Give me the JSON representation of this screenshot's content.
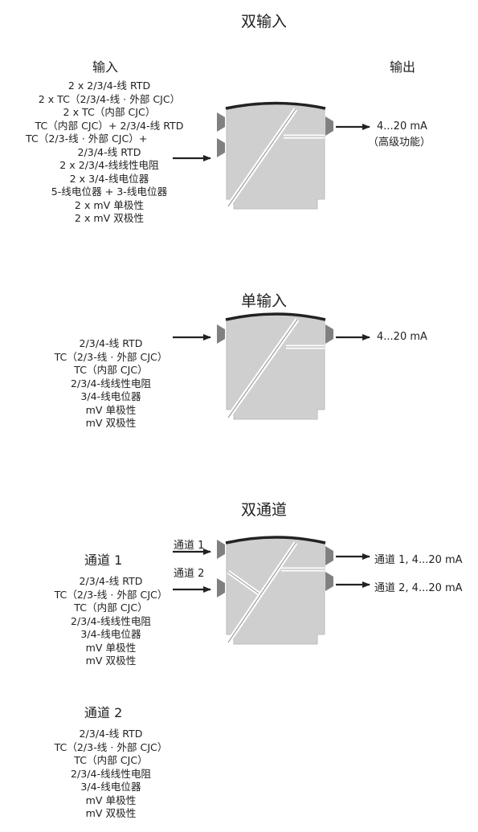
{
  "dual_input": {
    "title": "双输入",
    "input_heading": "输入",
    "output_heading": "输出",
    "inputs": [
      "2 x 2/3/4-线 RTD",
      "2 x TC（2/3/4-线 · 外部 CJC）",
      "2 x TC（内部 CJC）",
      "TC（内部 CJC）+ 2/3/4-线 RTD",
      "TC（2/3-线 · 外部 CJC）+",
      "2/3/4-线 RTD",
      "2 x 2/3/4-线线性电阻",
      "2 x 3/4-线电位器",
      "5-线电位器 + 3-线电位器",
      "2 x mV 单极性",
      "2 x mV 双极性"
    ],
    "output_line1": "4...20 mA",
    "output_line2": "（高级功能）"
  },
  "single_input": {
    "title": "单输入",
    "inputs": [
      "2/3/4-线 RTD",
      "TC（2/3-线 · 外部 CJC）",
      "TC（内部 CJC）",
      "2/3/4-线线性电阻",
      "3/4-线电位器",
      "mV 单极性",
      "mV 双极性"
    ],
    "output": "4...20 mA"
  },
  "dual_channel": {
    "title": "双通道",
    "channel1_heading": "通道 1",
    "channel1_inputs": [
      "2/3/4-线 RTD",
      "TC（2/3-线 · 外部 CJC）",
      "TC（内部 CJC）",
      "2/3/4-线线性电阻",
      "3/4-线电位器",
      "mV 单极性",
      "mV 双极性"
    ],
    "channel2_heading": "通道 2",
    "channel2_inputs": [
      "2/3/4-线 RTD",
      "TC（2/3-线 · 外部 CJC）",
      "TC（内部 CJC）",
      "2/3/4-线线性电阻",
      "3/4-线电位器",
      "mV 单极性",
      "mV 双极性"
    ],
    "in_label1": "通道 1",
    "in_label2": "通道 2",
    "output1": "通道 1, 4...20 mA",
    "output2": "通道 2, 4...20 mA"
  },
  "colors": {
    "device_fill": "#cfcfcf",
    "device_edge": "#b5b5b5",
    "terminal": "#808080",
    "line": "#222222",
    "internal_line": "#ffffff"
  }
}
